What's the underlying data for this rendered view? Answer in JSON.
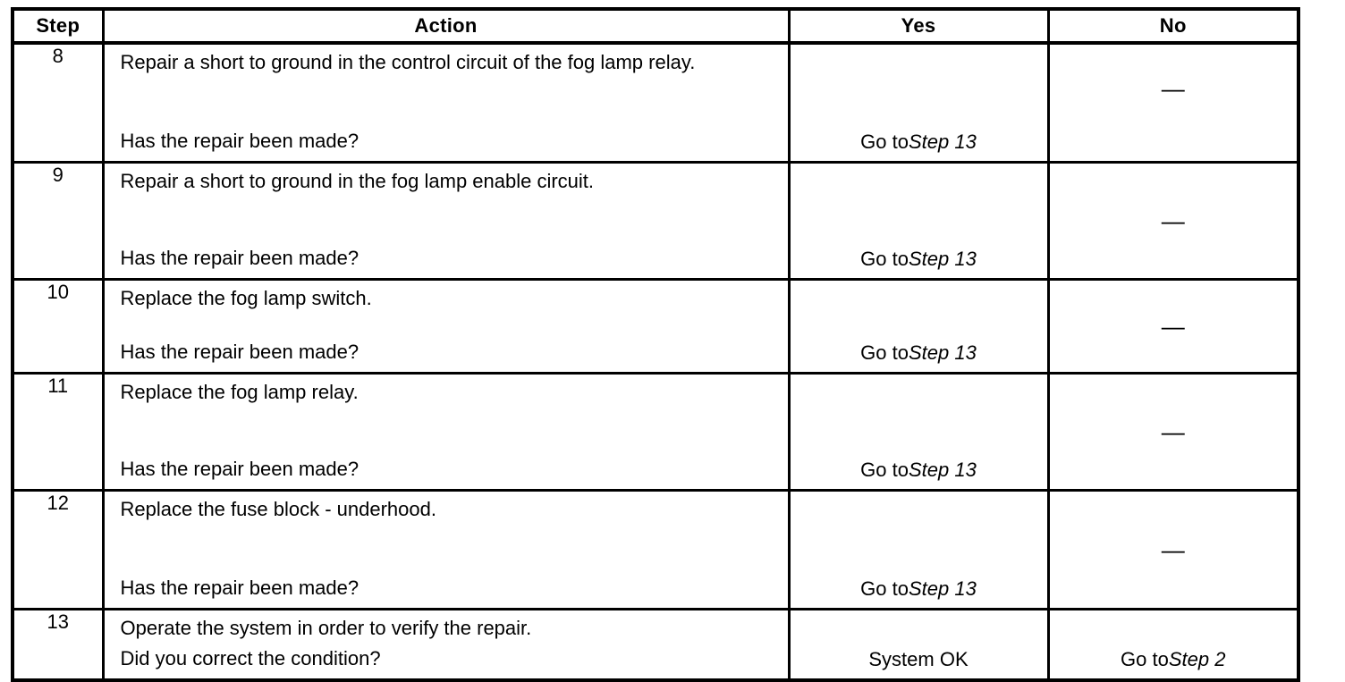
{
  "table": {
    "headers": {
      "step": "Step",
      "action": "Action",
      "yes": "Yes",
      "no": "No"
    },
    "rows": [
      {
        "step": "8",
        "action": "Repair a short to ground in the control circuit of the fog lamp relay.",
        "question": "Has the repair been made?",
        "yes_prefix": "Go to ",
        "yes_italic": "Step 13",
        "no_dash": "—",
        "no_prefix": "",
        "no_italic": ""
      },
      {
        "step": "9",
        "action": "Repair a short to ground in the fog lamp enable circuit.",
        "question": "Has the repair been made?",
        "yes_prefix": "Go to ",
        "yes_italic": "Step 13",
        "no_dash": "—",
        "no_prefix": "",
        "no_italic": ""
      },
      {
        "step": "10",
        "action": "Replace the fog lamp switch.",
        "question": "Has the repair been made?",
        "yes_prefix": "Go to ",
        "yes_italic": "Step 13",
        "no_dash": "—",
        "no_prefix": "",
        "no_italic": ""
      },
      {
        "step": "11",
        "action": "Replace the fog lamp relay.",
        "question": "Has the repair been made?",
        "yes_prefix": "Go to ",
        "yes_italic": "Step 13",
        "no_dash": "—",
        "no_prefix": "",
        "no_italic": ""
      },
      {
        "step": "12",
        "action": "Replace the fuse block - underhood.",
        "question": "Has the repair been made?",
        "yes_prefix": "Go to ",
        "yes_italic": "Step 13",
        "no_dash": "—",
        "no_prefix": "",
        "no_italic": ""
      },
      {
        "step": "13",
        "action": "Operate the system in order to verify the repair.",
        "question": "Did you correct the condition?",
        "yes_prefix": "System OK",
        "yes_italic": "",
        "no_dash": "",
        "no_prefix": "Go to ",
        "no_italic": "Step 2"
      }
    ],
    "colors": {
      "border": "#000000",
      "text": "#000000",
      "background": "#ffffff"
    }
  }
}
